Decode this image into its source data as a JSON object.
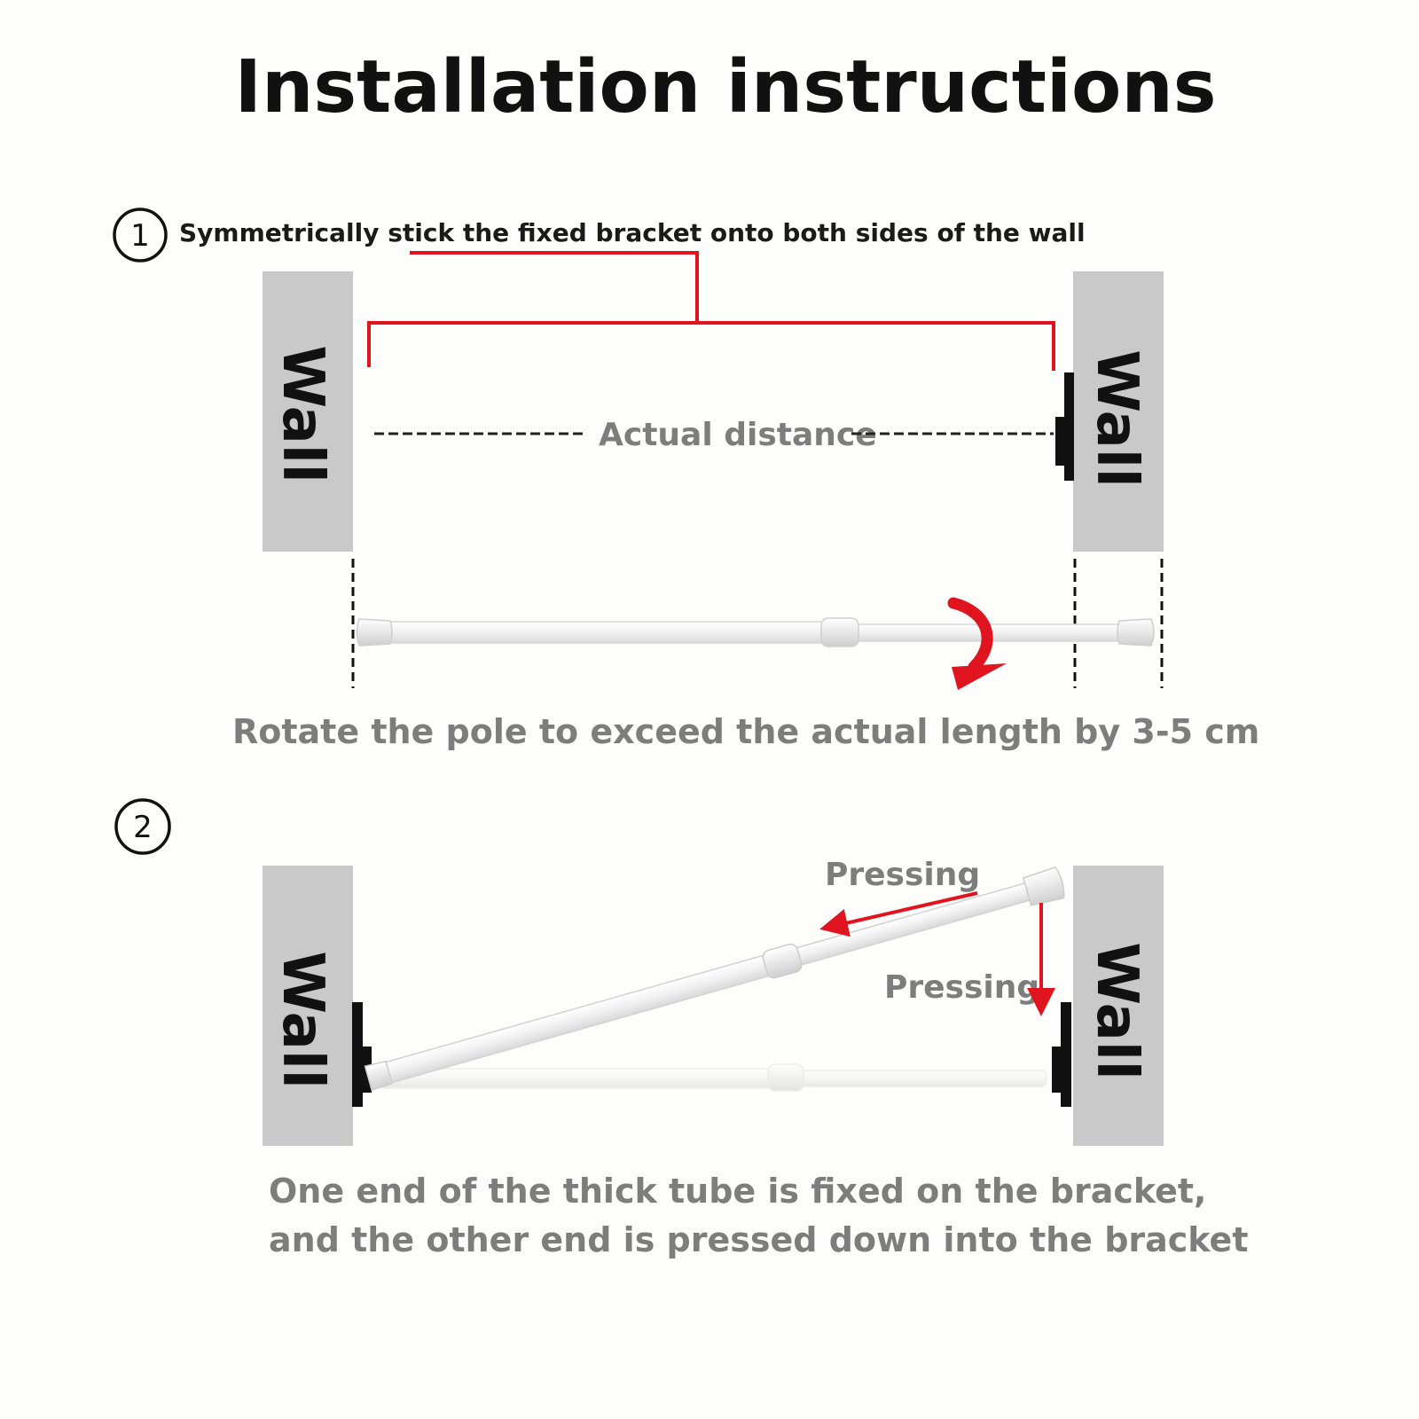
{
  "title": "Installation instructions",
  "step1": {
    "number": "1",
    "instruction": "Symmetrically stick the fixed bracket onto both sides of the wall",
    "left_wall": "Wall",
    "right_wall": "Wall",
    "distance_label": "Actual distance",
    "caption": "Rotate the pole to exceed the actual length by 3-5 cm"
  },
  "step2": {
    "number": "2",
    "left_wall": "Wall",
    "right_wall": "Wall",
    "pressing_top": "Pressing",
    "pressing_side": "Pressing",
    "caption_line1": "One end of the thick tube is fixed on the bracket,",
    "caption_line2": "and the other end is pressed down into the bracket"
  },
  "colors": {
    "wall": "#c9c9c9",
    "accent_red": "#e0141e",
    "bracket": "#111111",
    "pole": "#f2f2f2",
    "caption_grey": "#7d7d7d"
  },
  "icons": [
    "step-one-icon",
    "step-two-icon",
    "bracket-icon",
    "rotate-arrow-icon",
    "arrow-left-icon",
    "arrow-down-icon"
  ]
}
